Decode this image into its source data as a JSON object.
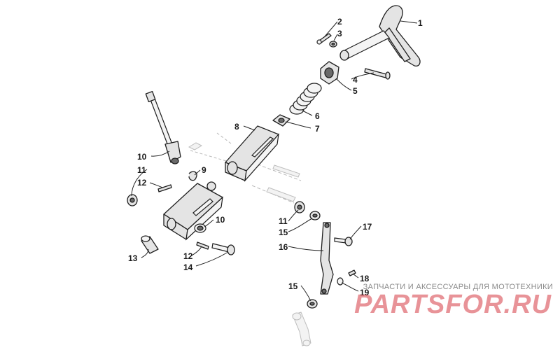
{
  "callouts": {
    "c1": "1",
    "c2": "2",
    "c3": "3",
    "c4": "4",
    "c5": "5",
    "c6": "6",
    "c7": "7",
    "c8": "8",
    "c9": "9",
    "c10a": "10",
    "c10b": "10",
    "c11a": "11",
    "c11b": "11",
    "c12a": "12",
    "c12b": "12",
    "c13": "13",
    "c14": "14",
    "c15a": "15",
    "c15b": "15",
    "c16": "16",
    "c17": "17",
    "c18": "18",
    "c19": "19"
  },
  "watermark": {
    "caption": "ЗАПЧАСТИ И АКСЕССУАРЫ ДЛЯ МОТОТЕХНИКИ",
    "logo": "PARTSFOR.RU"
  }
}
